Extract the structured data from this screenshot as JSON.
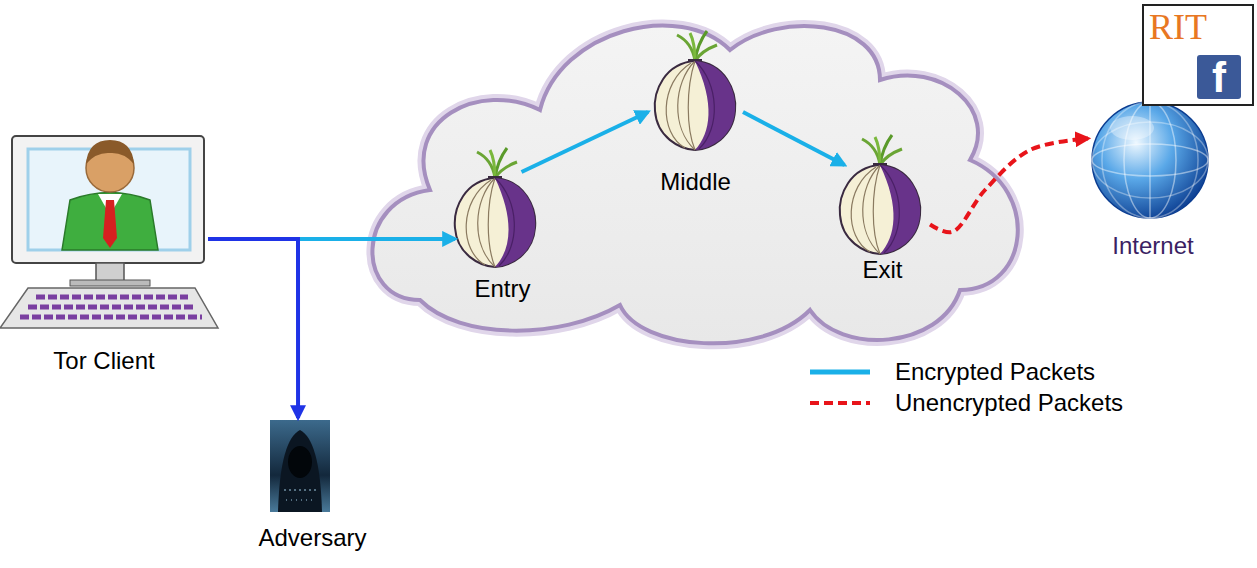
{
  "diagram": {
    "nodes": [
      {
        "text": [
          "Tor Client"
        ]
      },
      {
        "text": [
          "Entry"
        ]
      },
      {
        "text": [
          "Middle"
        ]
      },
      {
        "text": [
          "Exit"
        ]
      },
      {
        "text": [
          "Internet"
        ]
      },
      {
        "text": [
          "Adversary"
        ]
      }
    ],
    "edges": [
      {
        "from": 0,
        "to": 1,
        "arrow": "to"
      },
      {
        "from": 1,
        "to": 2,
        "arrow": "to"
      },
      {
        "from": 2,
        "to": 3,
        "arrow": "to"
      },
      {
        "from": 3,
        "to": 4,
        "arrow": "to"
      },
      {
        "from": 0,
        "to": 5,
        "arrow": "to"
      }
    ],
    "labels": [
      "RIT",
      "f"
    ],
    "legend": [
      {
        "text": "Encrypted Packets"
      },
      {
        "text": "Unencrypted Packets"
      }
    ]
  }
}
